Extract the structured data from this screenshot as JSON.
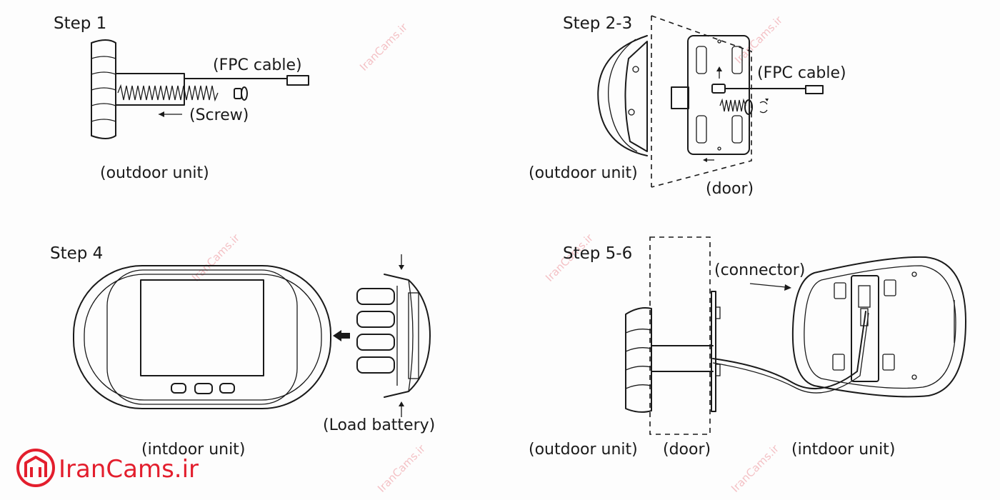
{
  "steps": {
    "s1": "Step 1",
    "s23": "Step 2-3",
    "s4": "Step 4",
    "s56": "Step 5-6"
  },
  "labels": {
    "fpc_1": "(FPC cable)",
    "screw": "(Screw)",
    "outdoor_1": "(outdoor unit)",
    "fpc_2": "(FPC cable)",
    "outdoor_2": "(outdoor unit)",
    "door_2": "(door)",
    "indoor_4": "(intdoor unit)",
    "battery": "(Load battery)",
    "connector": "(connector)",
    "outdoor_5": "(outdoor unit)",
    "door_5": "(door)",
    "indoor_5": "(intdoor unit)"
  },
  "brand": {
    "name": "IranCams.ir",
    "watermark": "IranCams.ir",
    "color": "#e31e2d"
  },
  "icons": [
    "arrow-left-icon",
    "rotate-icon",
    "arrow-down-icon",
    "arrow-up-icon",
    "brand-logo-icon"
  ]
}
